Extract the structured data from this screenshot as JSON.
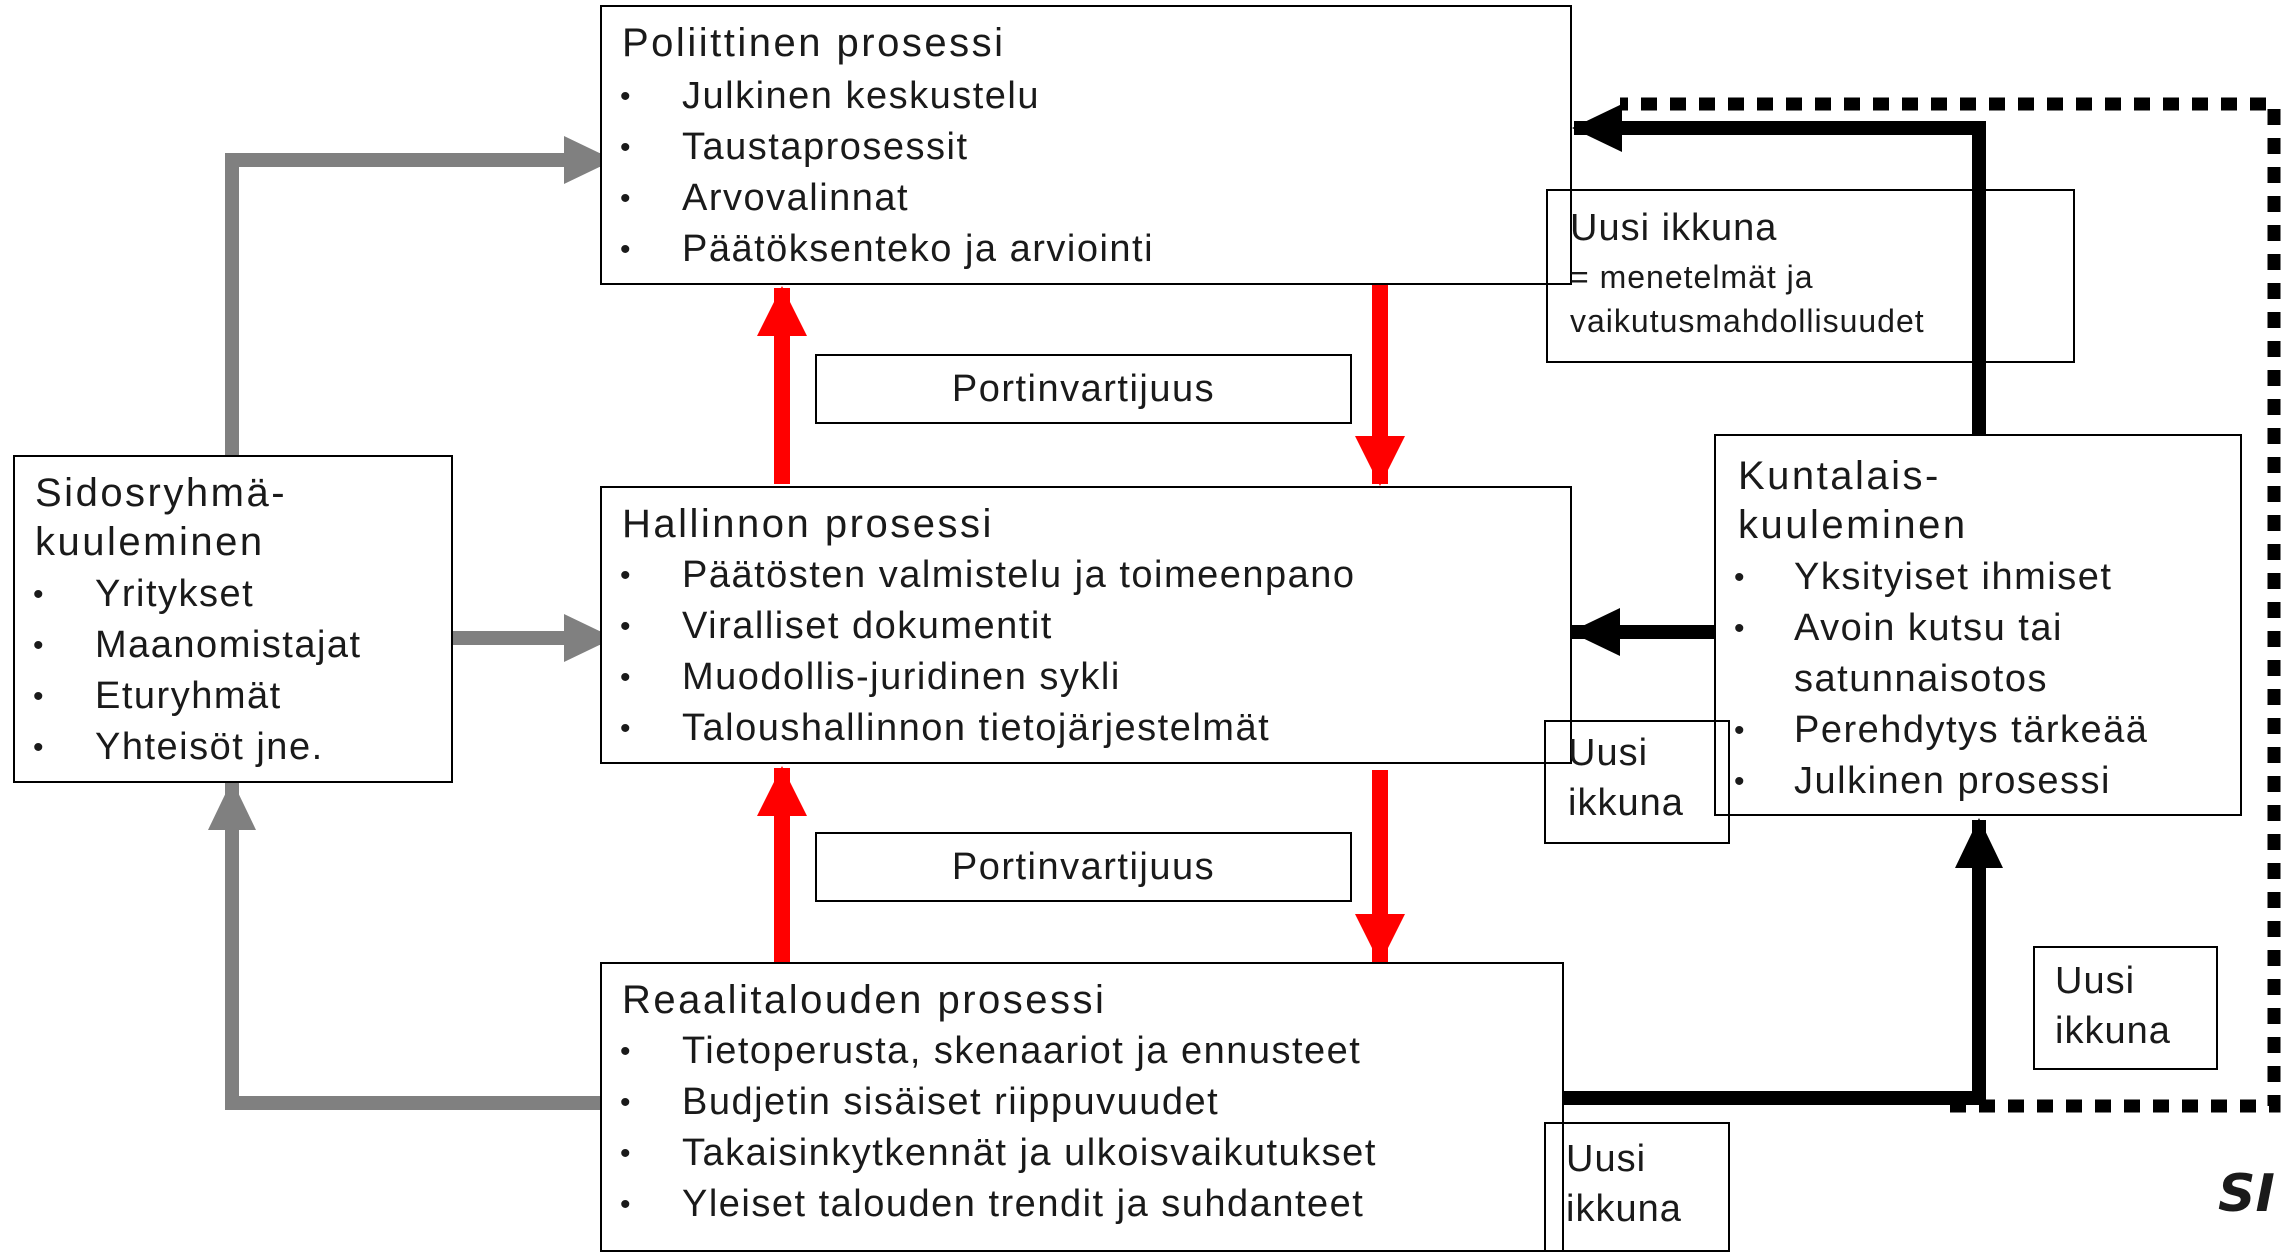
{
  "political": {
    "title": "Poliittinen prosessi",
    "items": [
      "Julkinen keskustelu",
      "Taustaprosessit",
      "Arvovalinnat",
      "Päätöksenteko ja arviointi"
    ]
  },
  "administrative": {
    "title": "Hallinnon prosessi",
    "items": [
      "Päätösten valmistelu ja toimeenpano",
      "Viralliset dokumentit",
      "Muodollis-juridinen sykli",
      "Taloushallinnon tietojärjestelmät"
    ]
  },
  "real_economy": {
    "title": "Reaalitalouden prosessi",
    "items": [
      "Tietoperusta, skenaariot ja ennusteet",
      "Budjetin sisäiset riippuvuudet",
      "Takaisinkytkennät ja ulkoisvaikutukset",
      "Yleiset talouden trendit ja suhdanteet"
    ]
  },
  "stakeholder": {
    "title_line1": "Sidosryhmä-",
    "title_line2": "kuuleminen",
    "items": [
      "Yritykset",
      "Maanomistajat",
      "Eturyhmät",
      "Yhteisöt jne."
    ]
  },
  "citizen": {
    "title_line1": "Kuntalais-",
    "title_line2": "kuuleminen",
    "items": [
      {
        "line1": "Yksityiset ihmiset",
        "line2": ""
      },
      {
        "line1": "Avoin kutsu tai",
        "line2": "satunnaisotos"
      },
      {
        "line1": "Perehdytys tärkeää",
        "line2": ""
      },
      {
        "line1": "Julkinen prosessi",
        "line2": ""
      }
    ]
  },
  "gatekeeping": {
    "upper": "Portinvartijuus",
    "lower": "Portinvartijuus"
  },
  "new_window_main": {
    "line1": "Uusi ikkuna",
    "line2": "= menetelmät ja",
    "line3": "vaikutusmahdollisuudet"
  },
  "new_window_admin": {
    "line1": "Uusi",
    "line2": "ikkuna"
  },
  "new_window_dotted": {
    "line1": "Uusi",
    "line2": "ikkuna"
  },
  "new_window_bottom": {
    "line1": "Uusi",
    "line2": "ikkuna"
  },
  "bullet": "•",
  "logo": "SI",
  "colors": {
    "grey_arrow": "#808080",
    "red_arrow": "#ff0000",
    "black_arrow": "#000000",
    "text": "#1a1a1a"
  }
}
